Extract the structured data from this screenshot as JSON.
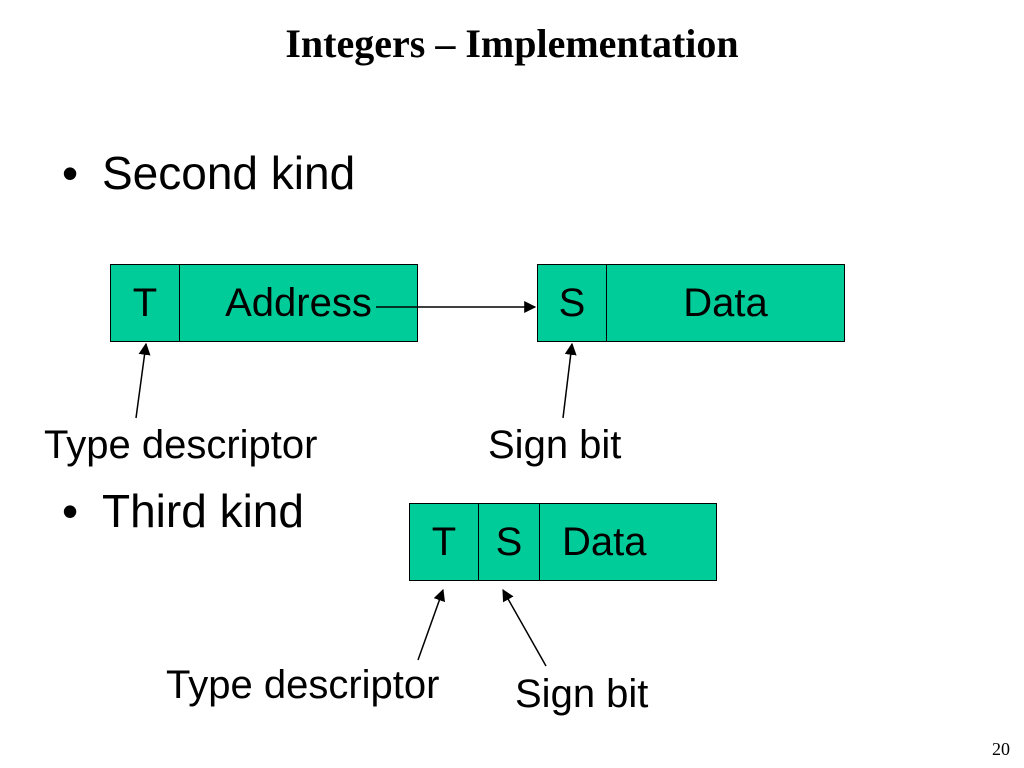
{
  "slide": {
    "title": "Integers – Implementation",
    "page_number": "20",
    "box_fill": "#00CC99"
  },
  "second_kind": {
    "bullet": "•",
    "label": "Second kind",
    "box1": {
      "tag": "T",
      "field": "Address"
    },
    "box2": {
      "tag": "S",
      "field": "Data"
    },
    "type_label": "Type descriptor",
    "sign_label": "Sign bit"
  },
  "third_kind": {
    "bullet": "•",
    "label": "Third kind",
    "box": {
      "tag": "T",
      "sign": "S",
      "field": "Data"
    },
    "type_label": "Type descriptor",
    "sign_label": "Sign bit"
  }
}
